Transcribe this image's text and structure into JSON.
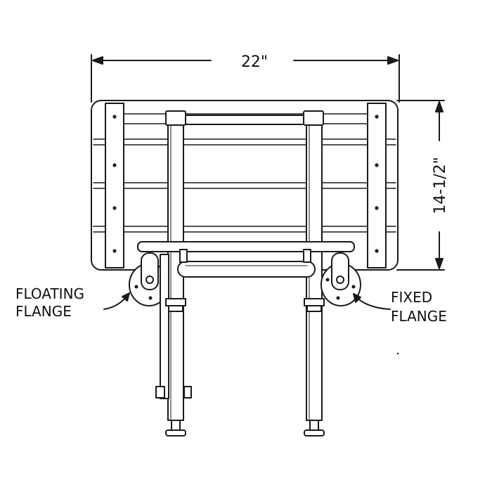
{
  "dimensions": {
    "width": "22\"",
    "depth": "14-1/2\""
  },
  "labels": {
    "floating_flange": [
      "FLOATING",
      "FLANGE"
    ],
    "fixed_flange": [
      "FIXED",
      "FLANGE"
    ]
  },
  "colors": {
    "line": "#1a1a1a",
    "fill": "#ffffff"
  }
}
